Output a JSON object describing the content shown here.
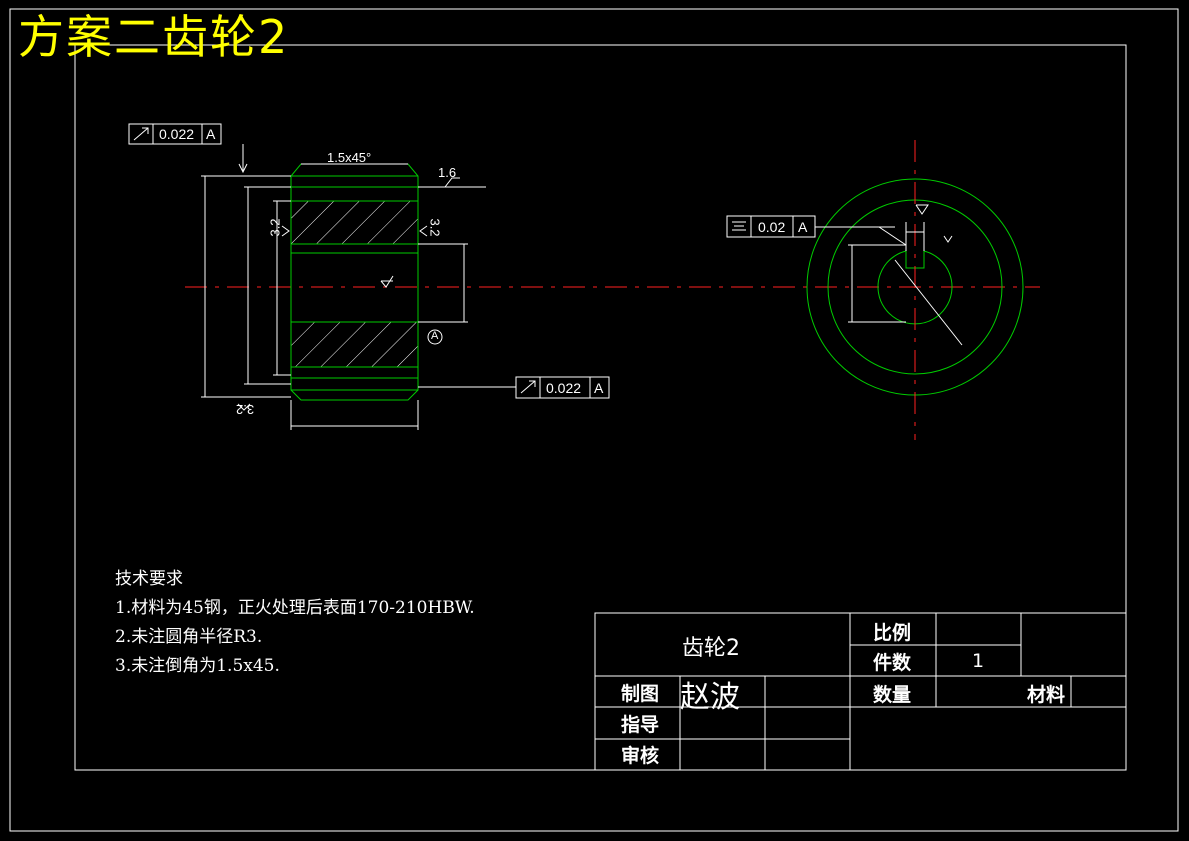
{
  "sheet": {
    "title": "方案二齿轮2"
  },
  "colors": {
    "background": "#000000",
    "outline": "#ffffff",
    "gear": "#00cc00",
    "centerline": "#ff0000",
    "title": "#ffff00"
  },
  "technical_requirements": {
    "heading": "技术要求",
    "items": [
      "1.材料为45钢，正火处理后表面170-210HBW.",
      "2.未注圆角半径R3.",
      "3.未注倒角为1.5x45."
    ]
  },
  "tolerances": {
    "runout_top": {
      "value": "0.022",
      "datum": "A"
    },
    "runout_bottom": {
      "value": "0.022",
      "datum": "A"
    },
    "symmetry": {
      "value": "0.02",
      "datum": "A"
    }
  },
  "dimensions": {
    "chamfer": "1.5x45°",
    "roughness_top": "1.6",
    "roughness_32_a": "3.2",
    "roughness_32_b": "3.2",
    "roughness_32_c": "3.2",
    "datum_label": "A"
  },
  "title_block": {
    "part_name": "齿轮2",
    "scale_label": "比例",
    "quantity_label": "件数",
    "quantity_value": "1",
    "drawn_label": "制图",
    "drawn_by": "赵波",
    "count_label": "数量",
    "material_label": "材料",
    "guide_label": "指导",
    "review_label": "审核"
  }
}
